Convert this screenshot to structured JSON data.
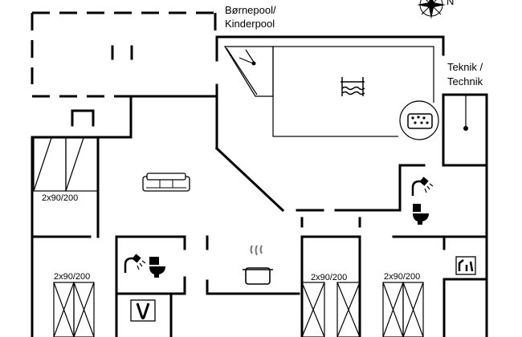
{
  "labels": {
    "kids_pool_line1": "Børnepool/",
    "kids_pool_line2": "Kinderpool",
    "tech_line1": "Teknik /",
    "tech_line2": "Technik",
    "bed_left_top": "2x90/200",
    "bed_left_bottom": "2x90/200",
    "bed_middle": "2x90/200",
    "bed_right": "2x90/200",
    "compass_n": "N"
  },
  "icons": [
    "pool-icon",
    "whirlpool-icon",
    "sofa-icon",
    "cooking-pot-icon",
    "shower-icon",
    "toilet-icon",
    "sauna-icon",
    "washing-machine-icon",
    "compass-icon"
  ]
}
